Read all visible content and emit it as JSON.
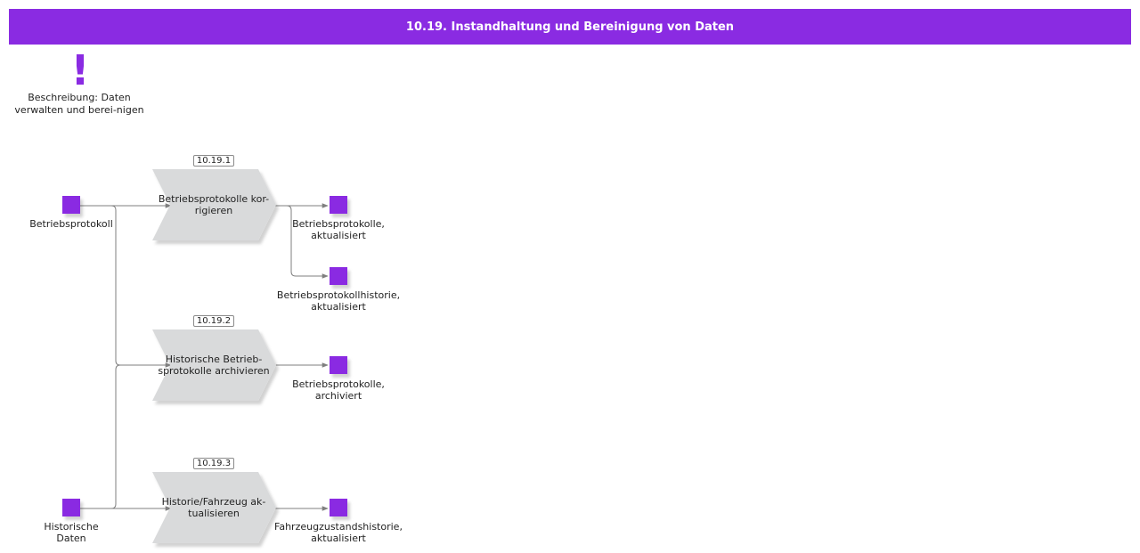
{
  "title": "10.19. Instandhaltung und Bereinigung von Daten",
  "description": "Beschreibung: Daten verwalten und berei-nigen",
  "colors": {
    "header": "#8a2be2",
    "object": "#8a2be2",
    "function_fill": "#d9dadb",
    "connector": "#7f7f7f"
  },
  "icons": {
    "description": "exclamation-icon"
  },
  "inputs": {
    "betriebsprotokoll": "Betriebsprotokoll",
    "historische_daten": "Historische Daten"
  },
  "functions": [
    {
      "id": "10.19.1",
      "label": "Betriebsprotokolle kor-rigieren"
    },
    {
      "id": "10.19.2",
      "label": "Historische Betrieb-sprotokolle archivieren"
    },
    {
      "id": "10.19.3",
      "label": "Historie/Fahrzeug ak-tualisieren"
    }
  ],
  "outputs": {
    "protokolle_aktualisiert": "Betriebsprotokolle, aktualisiert",
    "historie_aktualisiert": "Betriebsprotokollhistorie, aktualisiert",
    "protokolle_archiviert": "Betriebsprotokolle, archiviert",
    "fahrzeug_historie": "Fahrzeugzustandshistorie, aktualisiert"
  }
}
